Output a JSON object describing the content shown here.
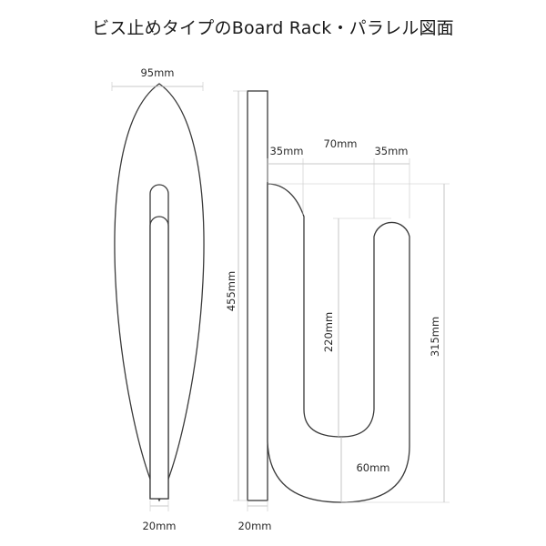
{
  "title": "ビス止めタイプのBoard Rack・パラレル図面",
  "front_view": {
    "width_label": "95mm",
    "slot_width_label": "20mm"
  },
  "side_view": {
    "height_label": "455mm",
    "plate_thickness_label": "20mm",
    "left_gap_label": "35mm",
    "middle_gap_label": "70mm",
    "right_gap_label": "35mm",
    "inner_height_label": "220mm",
    "outer_height_label": "315mm",
    "bottom_label": "60mm"
  },
  "colors": {
    "outline": "#3a3a3a",
    "dimension_line": "#b8b8b8",
    "text": "#1a1a1a"
  }
}
